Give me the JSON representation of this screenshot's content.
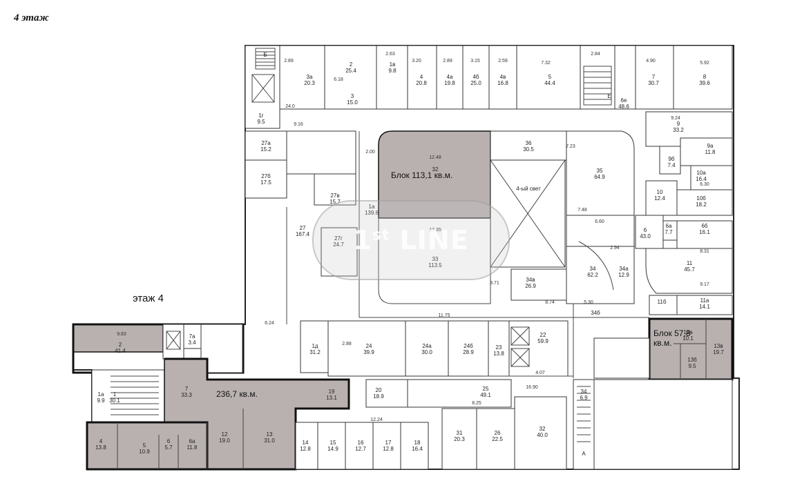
{
  "floor_title": "4 этаж",
  "floor_label": "этаж 4",
  "watermark": {
    "main": "LINE",
    "prefix": "1",
    "sup": "st"
  },
  "blocks": [
    {
      "label": "Блок 113,1 кв.м."
    },
    {
      "label": "Блок 57,8 кв.м."
    },
    {
      "label": "236,7 кв.м."
    }
  ],
  "rooms": [
    {
      "num": "2",
      "area": "25.4"
    },
    {
      "num": "3а",
      "area": "20.3"
    },
    {
      "num": "3",
      "area": "15.0"
    },
    {
      "num": "1в",
      "area": "9.8"
    },
    {
      "num": "4",
      "area": "20.8"
    },
    {
      "num": "4а",
      "area": "19.8"
    },
    {
      "num": "4б",
      "area": "25.0"
    },
    {
      "num": "4в",
      "area": "16.8"
    },
    {
      "num": "5",
      "area": "44.4"
    },
    {
      "num": "6е",
      "area": "48.6"
    },
    {
      "num": "7",
      "area": "30.7"
    },
    {
      "num": "8",
      "area": "39.6"
    },
    {
      "num": "1г",
      "area": "9.5"
    },
    {
      "num": "27а",
      "area": "15.2"
    },
    {
      "num": "27б",
      "area": "17.5"
    },
    {
      "num": "27в",
      "area": "15.7"
    },
    {
      "num": "27",
      "area": "167.4"
    },
    {
      "num": "27г",
      "area": "24.7"
    },
    {
      "num": "1а",
      "area": "139.6"
    },
    {
      "num": "32",
      "area": ""
    },
    {
      "num": "33",
      "area": "113.5"
    },
    {
      "num": "36",
      "area": "30.5"
    },
    {
      "num": "35",
      "area": "64.9"
    },
    {
      "num": "34",
      "area": "62.2"
    },
    {
      "num": "34а",
      "area": "12.9"
    },
    {
      "num": "34в",
      "area": "26.9"
    },
    {
      "num": "9",
      "area": "33.2"
    },
    {
      "num": "9а",
      "area": "11.8"
    },
    {
      "num": "9б",
      "area": "7.4"
    },
    {
      "num": "10а",
      "area": "16.4"
    },
    {
      "num": "10",
      "area": "12.4"
    },
    {
      "num": "10б",
      "area": "18.2"
    },
    {
      "num": "6",
      "area": "43.0"
    },
    {
      "num": "6а",
      "area": "7.7"
    },
    {
      "num": "6б",
      "area": "16.1"
    },
    {
      "num": "11",
      "area": "45.7"
    },
    {
      "num": "11а",
      "area": "14.1"
    },
    {
      "num": "2",
      "area": "41.4"
    },
    {
      "num": "7а",
      "area": "3.4"
    },
    {
      "num": "7",
      "area": "33.3"
    },
    {
      "num": "1а",
      "area": "9.9"
    },
    {
      "num": "1",
      "area": "30.1"
    },
    {
      "num": "1д",
      "area": "31.2"
    },
    {
      "num": "24",
      "area": "39.9"
    },
    {
      "num": "24а",
      "area": "30.0"
    },
    {
      "num": "24б",
      "area": "28.9"
    },
    {
      "num": "23",
      "area": "13.8"
    },
    {
      "num": "22",
      "area": "59.9"
    },
    {
      "num": "19",
      "area": "13.1"
    },
    {
      "num": "20",
      "area": "18.9"
    },
    {
      "num": "25",
      "area": "49.1"
    },
    {
      "num": "4",
      "area": "13.8"
    },
    {
      "num": "5",
      "area": "10.9"
    },
    {
      "num": "6",
      "area": "5.7"
    },
    {
      "num": "6а",
      "area": "11.8"
    },
    {
      "num": "12",
      "area": "19.0"
    },
    {
      "num": "13",
      "area": "31.0"
    },
    {
      "num": "14",
      "area": "12.8"
    },
    {
      "num": "15",
      "area": "14.9"
    },
    {
      "num": "16",
      "area": "12.7"
    },
    {
      "num": "17",
      "area": "12.8"
    },
    {
      "num": "18",
      "area": "16.4"
    },
    {
      "num": "31",
      "area": "20.3"
    },
    {
      "num": "26",
      "area": "22.5"
    },
    {
      "num": "32",
      "area": "40.0"
    },
    {
      "num": "34",
      "area": "6.9"
    },
    {
      "num": "13а",
      "area": "10.1"
    },
    {
      "num": "13б",
      "area": "9.5"
    },
    {
      "num": "13в",
      "area": "19.7"
    }
  ],
  "dims": [
    "2.89",
    "2.63",
    "3.20",
    "2.89",
    "3.15",
    "2.59",
    "7.32",
    "2.84",
    "5.92",
    "4.90",
    "9.16",
    "2.00",
    "12.48",
    "12.35",
    "7.23",
    "7.48",
    "6.60",
    "8.31",
    "9.17",
    "11.75",
    "8.74",
    "9.24",
    "6.30",
    "9.83",
    "16.90",
    "12.24",
    "8.25",
    "4.07",
    "2.88",
    "6.24",
    "3.71",
    "5.30",
    "2.94",
    "24.0",
    "6.18"
  ],
  "misc_labels": {
    "light_well": "4-ый свет",
    "stair_b": "Б",
    "stair_a": "А",
    "e": "Е",
    "r346": "34б",
    "r11b": "11б"
  }
}
